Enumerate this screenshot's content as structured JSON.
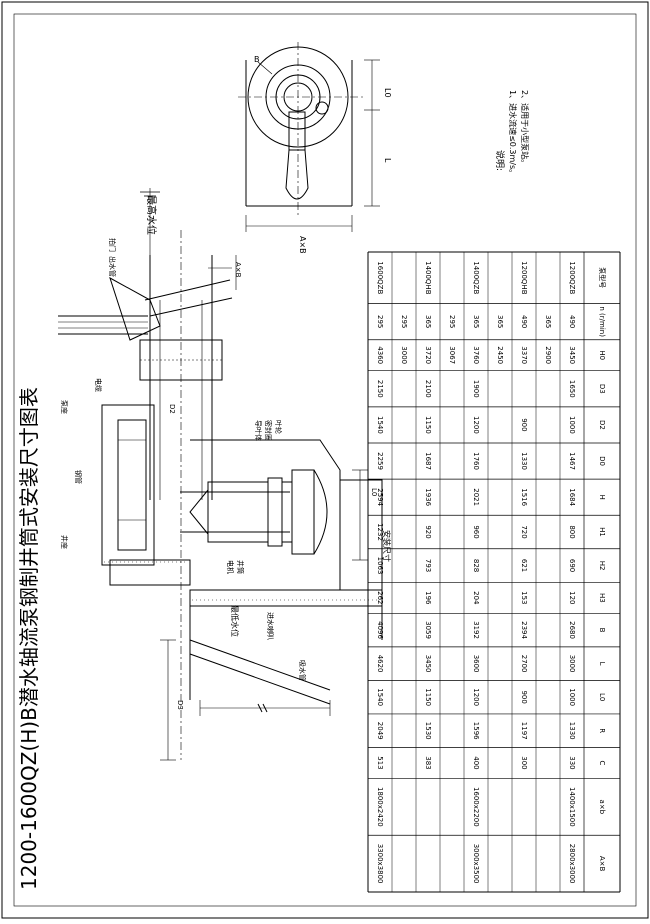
{
  "drawing": {
    "title": "1200-1600QZ(H)B潜水轴流泵钢制井筒式安装尺寸图表",
    "labels": {
      "highest_water_level": "最高水位",
      "lowest_water_level": "最低水位",
      "flap_gate": "拍门",
      "outlet_pipe": "出水管",
      "cable": "电缆",
      "pump_base": "泵座",
      "steel_pipe": "钢管",
      "pump_seat": "井座",
      "guide_vane": "导叶体",
      "sealing_ring": "密封圈",
      "impeller": "叶轮",
      "motor": "电机",
      "well_pipe": "井筒",
      "inlet_bell": "进水喇叭",
      "suction_pipe": "吸水管",
      "installation_size": "安装尺寸",
      "dim_AB": "A×B",
      "dim_L": "L",
      "dim_L0": "L0",
      "dim_B": "B",
      "dim_D2": "D2",
      "dim_D3": "D3"
    },
    "notes": {
      "heading": "说明:",
      "items": [
        "1、进水流速≤0.3m/s。",
        "2、适用于小型泵站。"
      ]
    }
  },
  "table": {
    "headers": [
      "泵型号",
      "n (r/min)",
      "H0",
      "D3",
      "D2",
      "D0",
      "H",
      "H1",
      "H2",
      "H3",
      "B",
      "L",
      "L0",
      "R",
      "C",
      "a×b",
      "A×B"
    ],
    "rows": [
      [
        "1200QZB",
        "490",
        "3450",
        "1650",
        "1000",
        "1467",
        "1684",
        "800",
        "690",
        "120",
        "2680",
        "3000",
        "1000",
        "1330",
        "330",
        "1400x1500",
        "2800x3000"
      ],
      [
        "",
        "365",
        "2900",
        "",
        "",
        "",
        "",
        "",
        "",
        "",
        "",
        "",
        "",
        "",
        "",
        "",
        ""
      ],
      [
        "1200QHB",
        "490",
        "3370",
        "",
        "900",
        "1330",
        "1516",
        "720",
        "621",
        "153",
        "2394",
        "2700",
        "900",
        "1197",
        "300",
        "",
        ""
      ],
      [
        "",
        "365",
        "2450",
        "",
        "",
        "",
        "",
        "",
        "",
        "",
        "",
        "",
        "",
        "",
        "",
        "",
        ""
      ],
      [
        "1400QZB",
        "365",
        "3760",
        "1900",
        "1200",
        "1760",
        "2021",
        "960",
        "828",
        "204",
        "3192",
        "3600",
        "1200",
        "1596",
        "400",
        "1600x2200",
        "3000x3500"
      ],
      [
        "",
        "295",
        "3067",
        "",
        "",
        "",
        "",
        "",
        "",
        "",
        "",
        "",
        "",
        "",
        "",
        "",
        ""
      ],
      [
        "1400QHB",
        "365",
        "3720",
        "2100",
        "1150",
        "1687",
        "1936",
        "920",
        "793",
        "196",
        "3059",
        "3450",
        "1150",
        "1530",
        "383",
        "",
        ""
      ],
      [
        "",
        "295",
        "3000",
        "",
        "",
        "",
        "",
        "",
        "",
        "",
        "",
        "",
        "",
        "",
        "",
        "",
        ""
      ],
      [
        "1600QZB",
        "295",
        "4360",
        "2150",
        "1540",
        "2259",
        "2594",
        "1232",
        "1063",
        "262",
        "4096",
        "4620",
        "1540",
        "2049",
        "513",
        "1800x2420",
        "3300x3800"
      ]
    ]
  }
}
